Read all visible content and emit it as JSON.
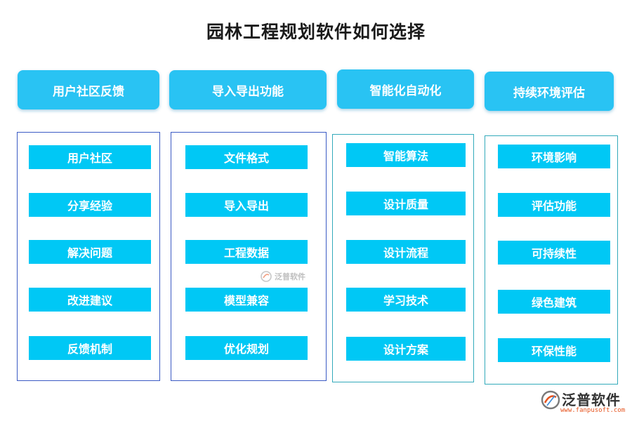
{
  "title": "园林工程规划软件如何选择",
  "columns": [
    {
      "header": "用户社区反馈",
      "items": [
        "用户社区",
        "分享经验",
        "解决问题",
        "改进建议",
        "反馈机制"
      ]
    },
    {
      "header": "导入导出功能",
      "items": [
        "文件格式",
        "导入导出",
        "工程数据",
        "模型兼容",
        "优化规划"
      ]
    },
    {
      "header": "智能化自动化",
      "items": [
        "智能算法",
        "设计质量",
        "设计流程",
        "学习技术",
        "设计方案"
      ]
    },
    {
      "header": "持续环境评估",
      "items": [
        "环境影响",
        "评估功能",
        "可持续性",
        "绿色建筑",
        "环保性能"
      ]
    }
  ],
  "watermark": {
    "center_text": "泛普软件",
    "brand_name": "泛普软件",
    "brand_url": "www.fanpusoft.com"
  },
  "colors": {
    "header_bg": "#29c3f3",
    "item_bg": "#00c8f5",
    "panel_border_blue": "#3b5bc4",
    "panel_border_teal": "#33aabb"
  }
}
